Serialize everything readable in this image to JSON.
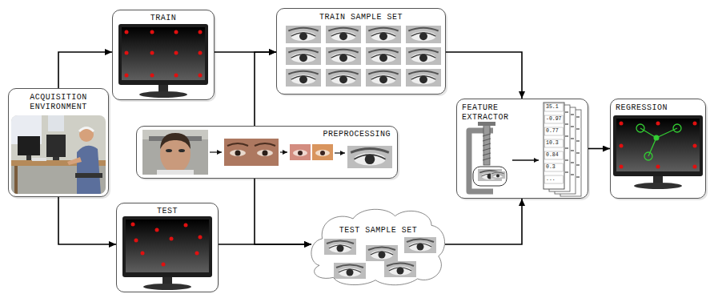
{
  "diagram": {
    "nodes": [
      {
        "text": [
          "ACQUISITION ENVIRONMENT"
        ]
      },
      {
        "text": [
          "TRAIN"
        ]
      },
      {
        "text": [
          "TRAIN SAMPLE SET"
        ]
      },
      {
        "text": [
          "PREPROCESSING"
        ]
      },
      {
        "text": [
          "TEST"
        ]
      },
      {
        "text": [
          "TEST SAMPLE SET"
        ]
      },
      {
        "text": [
          "FEATURE EXTRACTOR"
        ]
      },
      {
        "text": [
          "REGRESSION"
        ]
      }
    ],
    "edges": [
      {
        "from": 0,
        "to": 1,
        "arrow": "to"
      },
      {
        "from": 0,
        "to": 4,
        "arrow": "to"
      },
      {
        "from": 1,
        "to": 2,
        "arrow": "to"
      },
      {
        "from": 3,
        "to": 2,
        "arrow": "to"
      },
      {
        "from": 3,
        "to": 5,
        "arrow": "to"
      },
      {
        "from": 4,
        "to": 5,
        "arrow": "to"
      },
      {
        "from": 2,
        "to": 6,
        "arrow": "to"
      },
      {
        "from": 5,
        "to": 6,
        "arrow": "to"
      },
      {
        "from": 6,
        "to": 7,
        "arrow": "to"
      }
    ],
    "labels": [
      "35.1",
      "-0.97",
      "0.77",
      "10.3",
      "0.84",
      "0.3",
      "..."
    ]
  }
}
